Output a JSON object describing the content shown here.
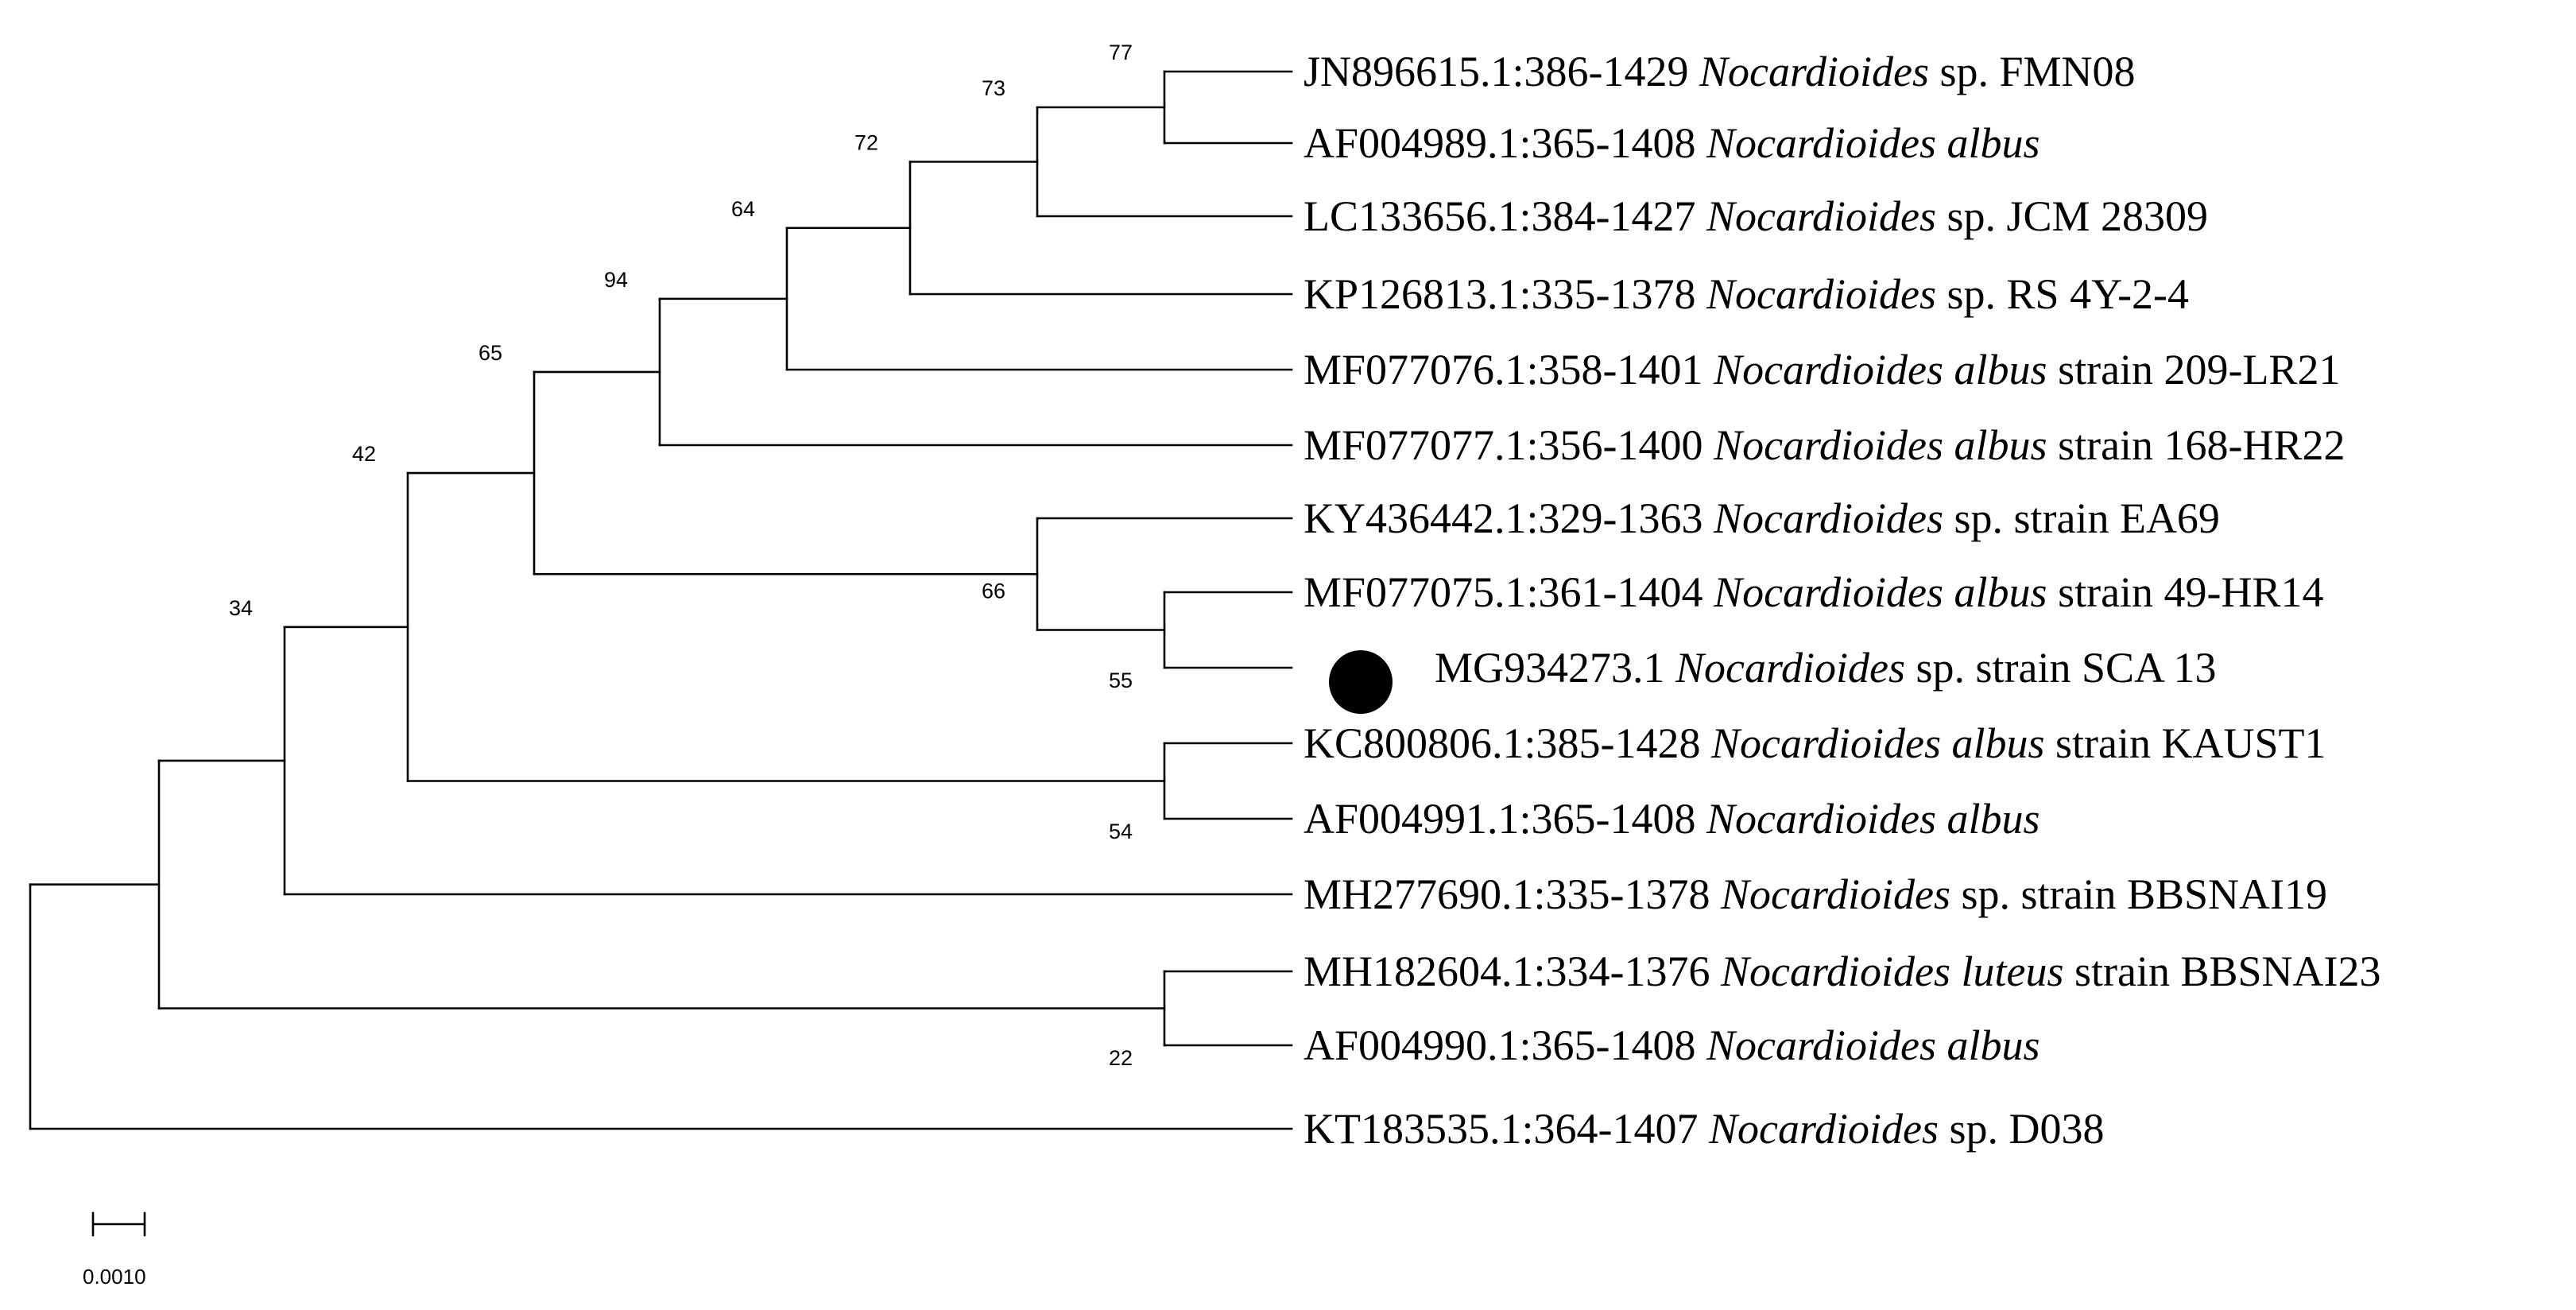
{
  "tree": {
    "leaves": [
      {
        "id": "L1",
        "accession": "JN896615.1:386-1429",
        "genus": "Nocardioides",
        "epithet": "",
        "rest": " sp. FMN08"
      },
      {
        "id": "L2",
        "accession": "AF004989.1:365-1408",
        "genus": "Nocardioides",
        "epithet": " albus",
        "rest": ""
      },
      {
        "id": "L3",
        "accession": "LC133656.1:384-1427",
        "genus": "Nocardioides",
        "epithet": "",
        "rest": " sp. JCM 28309"
      },
      {
        "id": "L4",
        "accession": "KP126813.1:335-1378",
        "genus": "Nocardioides",
        "epithet": "",
        "rest": " sp. RS 4Y-2-4"
      },
      {
        "id": "L5",
        "accession": "MF077076.1:358-1401",
        "genus": "Nocardioides",
        "epithet": " albus",
        "rest": " strain 209-LR21"
      },
      {
        "id": "L6",
        "accession": "MF077077.1:356-1400",
        "genus": "Nocardioides",
        "epithet": " albus",
        "rest": " strain 168-HR22"
      },
      {
        "id": "L7",
        "accession": "KY436442.1:329-1363",
        "genus": "Nocardioides",
        "epithet": "",
        "rest": " sp. strain EA69"
      },
      {
        "id": "L8",
        "accession": "MF077075.1:361-1404",
        "genus": "Nocardioides",
        "epithet": " albus",
        "rest": " strain 49-HR14"
      },
      {
        "id": "L9",
        "accession": "MG934273.1",
        "genus": "Nocardioides",
        "epithet": "",
        "rest": " sp. strain SCA 13",
        "marker": "filled-circle"
      },
      {
        "id": "L10",
        "accession": "KC800806.1:385-1428",
        "genus": "Nocardioides",
        "epithet": " albus",
        "rest": " strain KAUST1"
      },
      {
        "id": "L11",
        "accession": "AF004991.1:365-1408",
        "genus": "Nocardioides",
        "epithet": " albus",
        "rest": ""
      },
      {
        "id": "L12",
        "accession": "MH277690.1:335-1378",
        "genus": "Nocardioides",
        "epithet": "",
        "rest": " sp. strain BBSNAI19"
      },
      {
        "id": "L13",
        "accession": "MH182604.1:334-1376",
        "genus": "Nocardioides",
        "epithet": " luteus",
        "rest": " strain BBSNAI23"
      },
      {
        "id": "L14",
        "accession": "AF004990.1:365-1408",
        "genus": "Nocardioides",
        "epithet": " albus",
        "rest": ""
      },
      {
        "id": "L15",
        "accession": "KT183535.1:364-1407",
        "genus": "Nocardioides",
        "epithet": "",
        "rest": " sp. D038"
      }
    ],
    "bootstrap": [
      {
        "node": "n_L1_L2",
        "value": "77"
      },
      {
        "node": "n_L1_L3",
        "value": "73"
      },
      {
        "node": "n_L1_L4",
        "value": "72"
      },
      {
        "node": "n_L1_L5",
        "value": "64"
      },
      {
        "node": "n_L1_L6",
        "value": "94"
      },
      {
        "node": "n_L1_L9",
        "value": "65"
      },
      {
        "node": "n_L7_L9",
        "value": "66"
      },
      {
        "node": "n_L8_L9",
        "value": "55"
      },
      {
        "node": "n_L10_L11",
        "value": "54"
      },
      {
        "node": "n_L1_L11",
        "value": "42"
      },
      {
        "node": "n_L1_L12",
        "value": "34"
      },
      {
        "node": "n_L13_L14",
        "value": "22"
      }
    ],
    "scale_bar": {
      "label": "0.0010"
    }
  }
}
